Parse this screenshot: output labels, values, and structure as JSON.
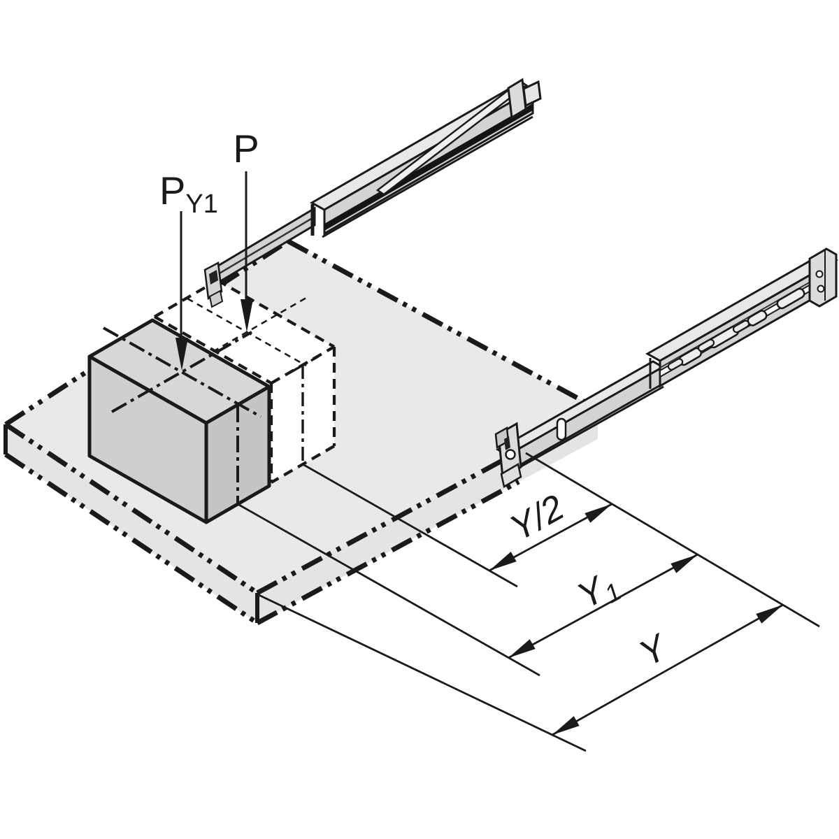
{
  "diagram": {
    "labels": {
      "load_arrow_center": "P",
      "load_arrow_offset": {
        "main": "P",
        "sub": "Y1"
      },
      "dim_half_width": "Y/2",
      "dim_load_offset": {
        "main": "Y",
        "sub": "1"
      },
      "dim_full_width": "Y"
    },
    "colors": {
      "background": "#ffffff",
      "line": "#1a1a1a",
      "platform_top": "#e9e9e9",
      "platform_front": "#e4e4e4",
      "load_top": "#d7d7d7",
      "load_left": "#cfcfcf",
      "load_right": "#c5c5c5",
      "rail_top": "#e8e8e8",
      "rail_side": "#d3d3d3",
      "rail_flange": "#f0f0f0",
      "bracket": "#dcdcdc",
      "slot_fill": "#efefef",
      "phantom_white": "#ffffff"
    }
  }
}
